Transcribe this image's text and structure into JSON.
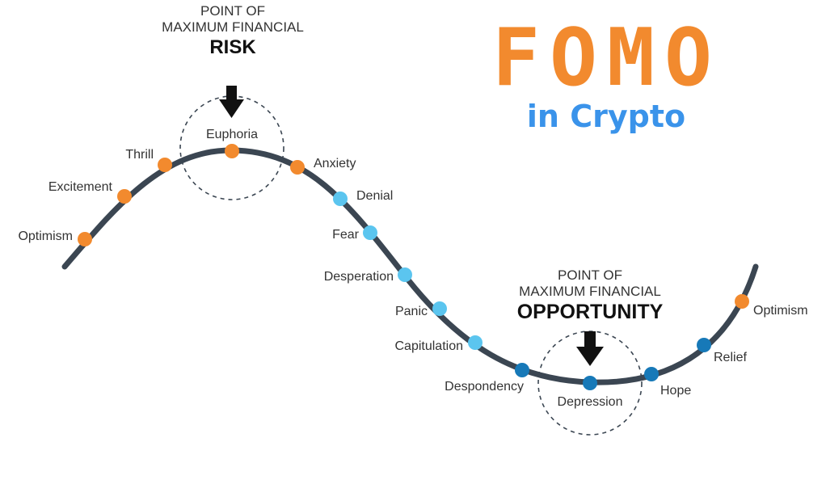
{
  "title": "FOMO",
  "subtitle": "in Crypto",
  "risk_callout": {
    "line1": "POINT OF",
    "line2": "MAXIMUM FINANCIAL",
    "line3": "RISK"
  },
  "opportunity_callout": {
    "line1": "POINT OF",
    "line2": "MAXIMUM FINANCIAL",
    "line3": "OPPORTUNITY"
  },
  "stages": [
    {
      "label": "Optimism"
    },
    {
      "label": "Excitement"
    },
    {
      "label": "Thrill"
    },
    {
      "label": "Euphoria"
    },
    {
      "label": "Anxiety"
    },
    {
      "label": "Denial"
    },
    {
      "label": "Fear"
    },
    {
      "label": "Desperation"
    },
    {
      "label": "Panic"
    },
    {
      "label": "Capitulation"
    },
    {
      "label": "Despondency"
    },
    {
      "label": "Depression"
    },
    {
      "label": "Hope"
    },
    {
      "label": "Relief"
    },
    {
      "label": "Optimism"
    }
  ],
  "colors": {
    "title": "#f28a2e",
    "subtitle": "#3a93ea",
    "curve": "#3b4652",
    "orange_stage": "#f28a2e",
    "light_blue_stage": "#5bc5ef",
    "dark_blue_stage": "#1779b8"
  }
}
